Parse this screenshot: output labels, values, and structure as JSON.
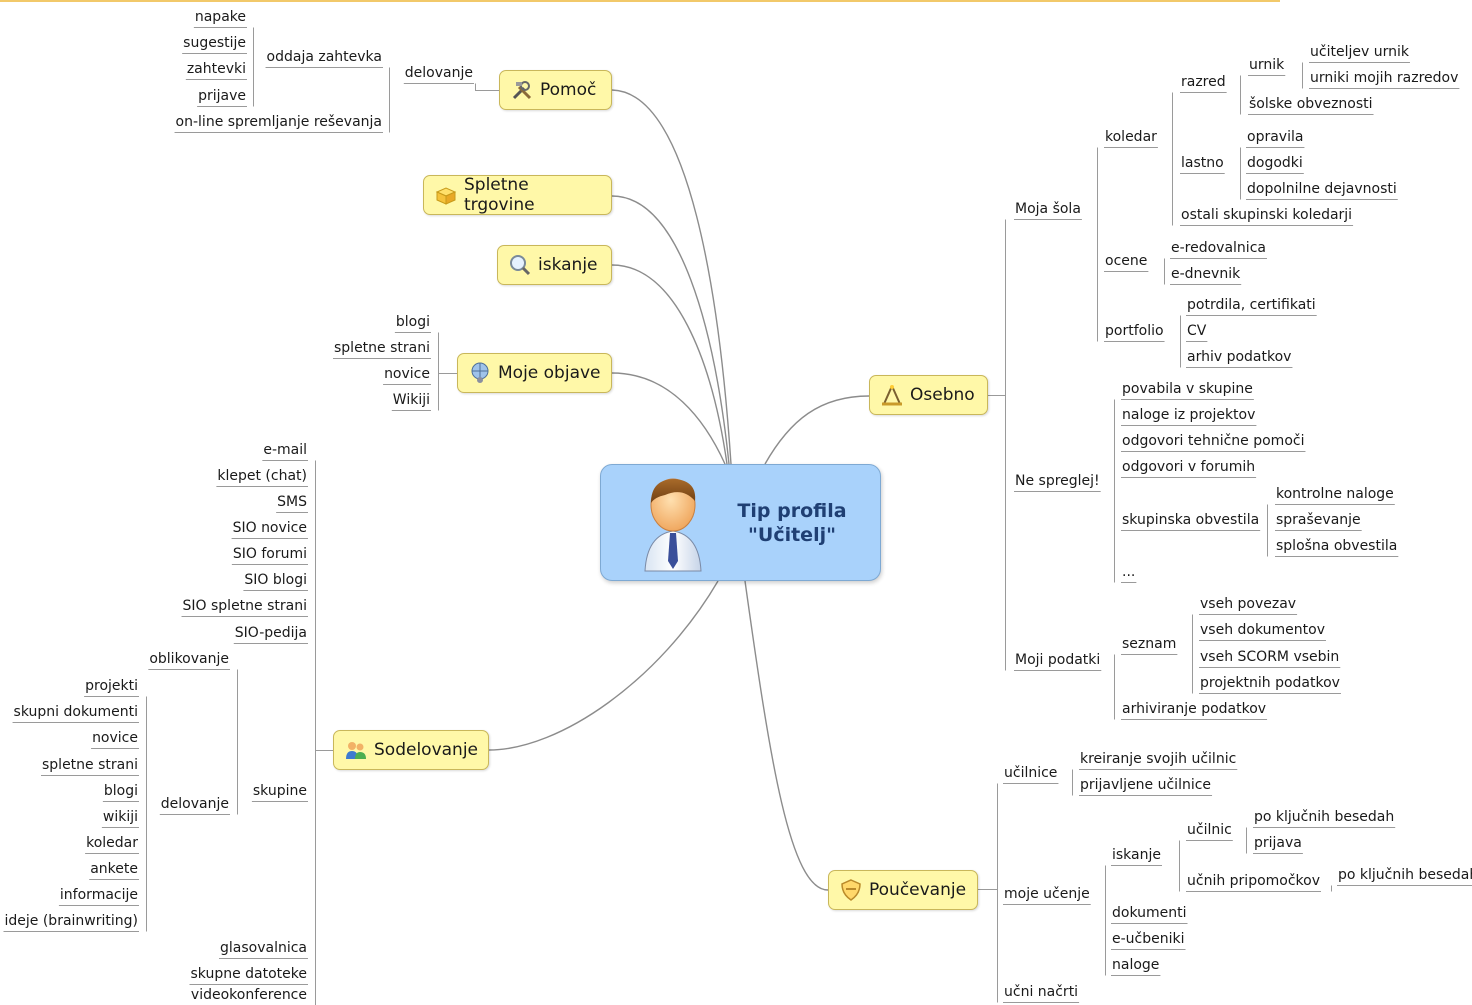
{
  "central": {
    "line1": "Tip profila",
    "line2": "\"Učitelj\""
  },
  "branches": {
    "pomoc": "Pomoč",
    "trgovine": "Spletne trgovine",
    "iskanje": "iskanje",
    "objave": "Moje objave",
    "sodelovanje": "Sodelovanje",
    "osebno": "Osebno",
    "poucevanje": "Poučevanje"
  },
  "icons": {
    "pomoc": "tools-icon",
    "trgovine": "box-icon",
    "iskanje": "magnifier-icon",
    "objave": "globe-user-icon",
    "sodelovanje": "people-icon",
    "osebno": "compass-icon",
    "poucevanje": "shield-icon"
  },
  "nodes": {
    "napake": "napake",
    "sugestije": "sugestije",
    "zahtevki": "zahtevki",
    "prijave": "prijave",
    "oddaja_zahtevka": "oddaja zahtevka",
    "online": "on-line spremljanje reševanja",
    "delovanje_pomoc": "delovanje",
    "blogi_obj": "blogi",
    "spletne_strani_obj": "spletne strani",
    "novice_obj": "novice",
    "wikiji_obj": "Wikiji",
    "email": "e-mail",
    "klepet": "klepet (chat)",
    "sms": "SMS",
    "sio_novice": "SIO novice",
    "sio_forumi": "SIO forumi",
    "sio_blogi": "SIO blogi",
    "sio_spletne": "SIO spletne strani",
    "sio_pedija": "SIO-pedija",
    "oblikovanje": "oblikovanje",
    "projekti": "projekti",
    "skupni_dokumenti": "skupni dokumenti",
    "novice_sk": "novice",
    "spletne_strani_sk": "spletne strani",
    "blogi_sk": "blogi",
    "wikiji_sk": "wikiji",
    "koledar_sk": "koledar",
    "ankete": "ankete",
    "informacije": "informacije",
    "ideje": "ideje (brainwriting)",
    "delovanje_sk": "delovanje",
    "skupine": "skupine",
    "glasovalnica": "glasovalnica",
    "skupne_datoteke": "skupne datoteke",
    "videokonference": "videokonference",
    "moja_sola": "Moja šola",
    "koledar": "koledar",
    "razred": "razred",
    "urnik": "urnik",
    "uciteljev_urnik": "učiteljev urnik",
    "urniki_razredov": "urniki mojih razredov",
    "solske_obveznosti": "šolske obveznosti",
    "lastno": "lastno",
    "opravila": "opravila",
    "dogodki": "dogodki",
    "dopolnilne": "dopolnilne dejavnosti",
    "ostali_koledarji": "ostali skupinski koledarji",
    "ocene": "ocene",
    "e_redovalnica": "e-redovalnica",
    "e_dnevnik": "e-dnevnik",
    "portfolio": "portfolio",
    "potrdila": "potrdila, certifikati",
    "cv": "CV",
    "arhiv_podatkov": "arhiv podatkov",
    "ne_spreglej": "Ne spreglej!",
    "povabila": "povabila v skupine",
    "naloge_proj": "naloge iz projektov",
    "odgovori_tehn": "odgovori tehnične pomoči",
    "odgovori_forum": "odgovori v forumih",
    "skupinska_obv": "skupinska obvestila",
    "kontrolne": "kontrolne naloge",
    "sprasevanje": "spraševanje",
    "splosna": "splošna obvestila",
    "dots": "...",
    "moji_podatki": "Moji podatki",
    "seznam": "seznam",
    "vseh_povezav": "vseh povezav",
    "vseh_dokumentov": "vseh dokumentov",
    "vseh_scorm": "vseh SCORM vsebin",
    "projektnih": "projektnih podatkov",
    "arhiviranje": "arhiviranje podatkov",
    "ucilnice": "učilnice",
    "kreiranje": "kreiranje svojih učilnic",
    "prijavljene": "prijavljene učilnice",
    "moje_ucenje": "moje učenje",
    "iskanje_uc": "iskanje",
    "ucilnic": "učilnic",
    "po_kljucnih1": "po ključnih besedah",
    "prijava": "prijava",
    "ucnih_pripomockov": "učnih pripomočkov",
    "po_kljucnih2": "po ključnih besedah",
    "dokumenti": "dokumenti",
    "e_ucbeniki": "e-učbeniki",
    "naloge": "naloge",
    "ucni_nacrti": "učni načrti"
  }
}
